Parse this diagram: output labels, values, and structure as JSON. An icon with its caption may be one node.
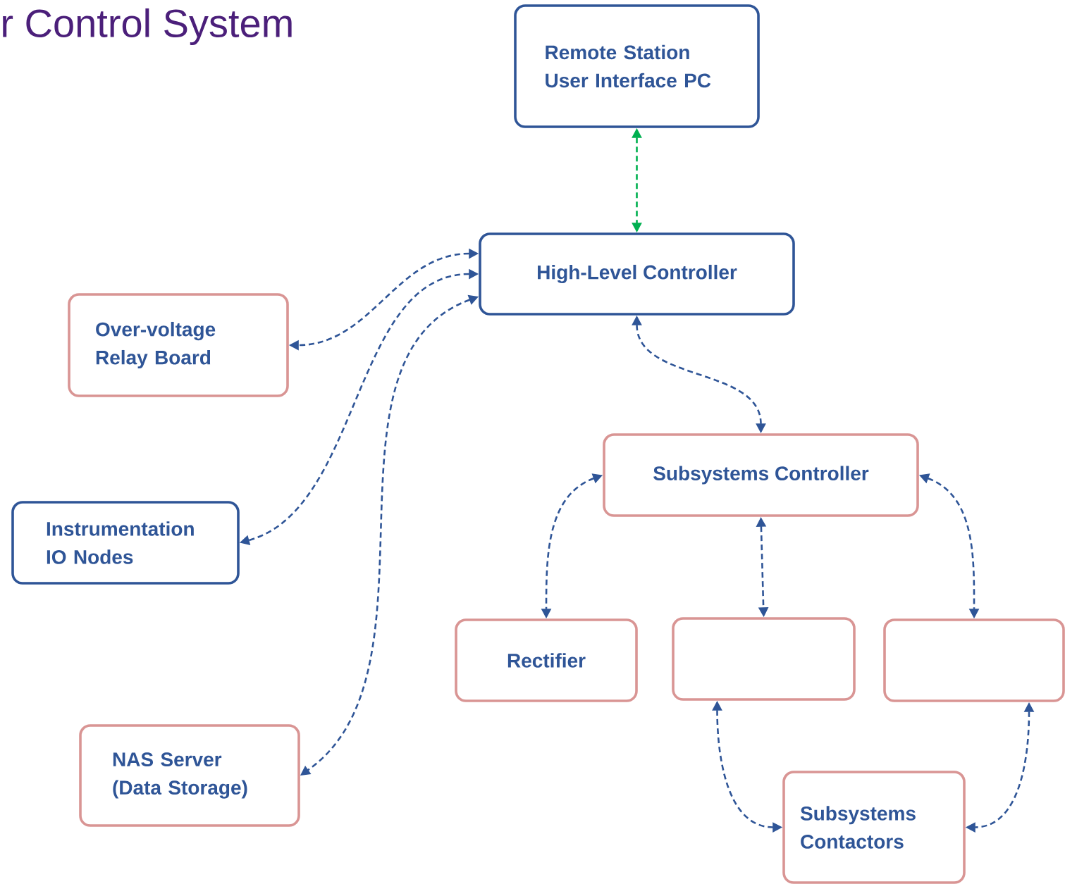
{
  "diagram": {
    "title": "r Control System",
    "nodes": [
      {
        "text": [
          "Remote Station User Interface PC"
        ]
      },
      {
        "text": [
          "High-Level Controller"
        ]
      },
      {
        "text": [
          "Over-voltage Relay Board"
        ]
      },
      {
        "text": [
          "Instrumentation IO Nodes"
        ]
      },
      {
        "text": [
          "NAS Server (Data Storage)"
        ]
      },
      {
        "text": [
          "Subsystems Controller"
        ]
      },
      {
        "text": [
          "Rectifier"
        ]
      },
      {
        "text": [],
        "shape": "box"
      },
      {
        "text": [],
        "shape": "box"
      },
      {
        "text": [
          "Subsystems Contactors"
        ]
      }
    ],
    "edges": [
      {
        "from": 0,
        "to": 1,
        "arrow": "both",
        "style": "dashed",
        "color": "#00b050"
      },
      {
        "from": 1,
        "to": 2,
        "arrow": "both",
        "style": "dashed"
      },
      {
        "from": 1,
        "to": 3,
        "arrow": "both",
        "style": "dashed"
      },
      {
        "from": 1,
        "to": 4,
        "arrow": "both",
        "style": "dashed"
      },
      {
        "from": 1,
        "to": 5,
        "arrow": "both",
        "style": "dashed"
      },
      {
        "from": 5,
        "to": 6,
        "arrow": "both",
        "style": "dashed"
      },
      {
        "from": 5,
        "to": 7,
        "arrow": "both",
        "style": "dashed"
      },
      {
        "from": 5,
        "to": 8,
        "arrow": "both",
        "style": "dashed"
      },
      {
        "from": 7,
        "to": 9,
        "arrow": "both",
        "style": "dashed"
      },
      {
        "from": 8,
        "to": 9,
        "arrow": "both",
        "style": "dashed"
      }
    ]
  }
}
